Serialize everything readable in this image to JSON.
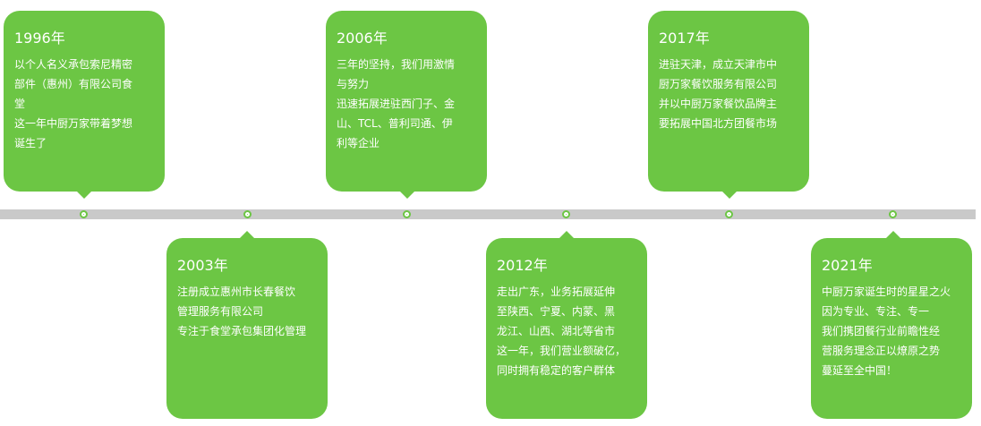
{
  "colors": {
    "accent": "#6cc644",
    "track": "#c9c9c9"
  },
  "events": [
    {
      "year": "1996年",
      "lines": [
        "以个人名义承包索尼精密",
        "部件（惠州）有限公司食",
        "堂",
        "这一年中厨万家带着梦想",
        "诞生了"
      ]
    },
    {
      "year": "2003年",
      "lines": [
        "注册成立惠州市长春餐饮",
        "管理服务有限公司",
        "专注于食堂承包集团化管理"
      ]
    },
    {
      "year": "2006年",
      "lines": [
        "三年的坚持，我们用激情",
        "与努力",
        "迅速拓展进驻西门子、金",
        "山、TCL、普利司通、伊",
        "利等企业"
      ]
    },
    {
      "year": "2012年",
      "lines": [
        "走出广东，业务拓展延伸",
        "至陕西、宁夏、内蒙、黑",
        "龙江、山西、湖北等省市",
        "这一年，我们营业额破亿，",
        "同时拥有稳定的客户群体"
      ]
    },
    {
      "year": "2017年",
      "lines": [
        "进驻天津，成立天津市中",
        "厨万家餐饮服务有限公司",
        "并以中厨万家餐饮品牌主",
        "要拓展中国北方团餐市场"
      ]
    },
    {
      "year": "2021年",
      "lines": [
        "中厨万家诞生时的星星之火",
        "因为专业、专注、专一",
        "我们携团餐行业前瞻性经",
        "营服务理念正以燎原之势",
        "蔓延至全中国！"
      ]
    }
  ]
}
